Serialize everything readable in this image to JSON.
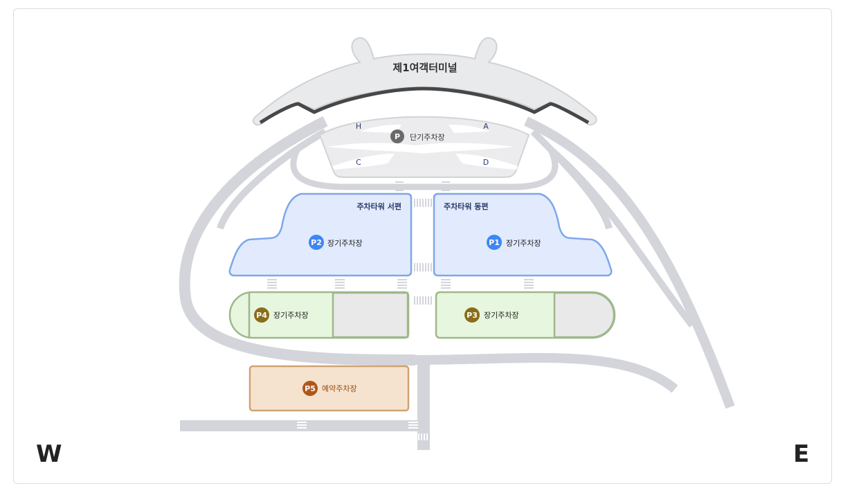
{
  "terminal": {
    "name": "제1여객터미널"
  },
  "short_term": {
    "badge": "P",
    "label": "단기주차장",
    "zones": [
      "H",
      "A",
      "C",
      "D"
    ]
  },
  "parking_tower": {
    "west": "주차타워 서편",
    "east": "주차타워 동편"
  },
  "lots": [
    {
      "badge": "P2",
      "label": "장기주차장",
      "color": "#3f86f4"
    },
    {
      "badge": "P1",
      "label": "장기주차장",
      "color": "#3f86f4"
    },
    {
      "badge": "P4",
      "label": "장기주차장",
      "color": "#8a6d1a"
    },
    {
      "badge": "P3",
      "label": "장기주차장",
      "color": "#8a6d1a"
    },
    {
      "badge": "P5",
      "label": "예약주차장",
      "color": "#b1561a"
    }
  ],
  "compass": {
    "west": "W",
    "east": "E"
  },
  "colors": {
    "road": "#d3d5da",
    "terminal_fill": "#e9eaec",
    "terminal_stroke": "#474747",
    "long_term_fill": "#e1ebfd",
    "long_term_stroke": "#7fa6ea",
    "green_fill": "#e7f6de",
    "green_stroke": "#9eb88a",
    "reserve_fill": "#f6e3cf",
    "reserve_stroke": "#cfa274"
  }
}
